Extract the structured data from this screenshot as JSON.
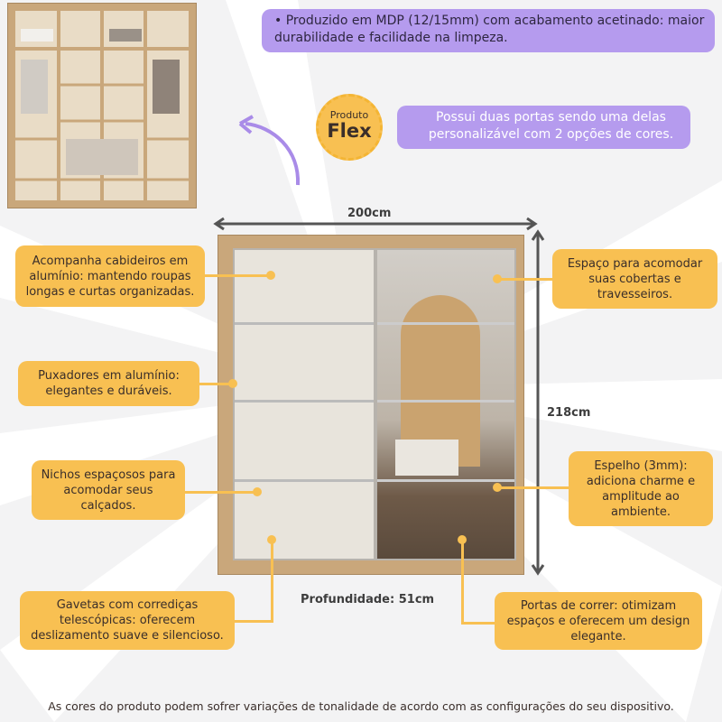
{
  "top_note": "Produzido em MDP (12/15mm) com acabamento acetinado: maior durabilidade e facilidade na limpeza.",
  "flex_badge": {
    "line1": "Produto",
    "line2": "Flex"
  },
  "flex_note": "Possui duas portas sendo uma delas personalizável com 2 opções de cores.",
  "dimensions": {
    "width": "200cm",
    "height": "218cm",
    "depth": "Profundidade: 51cm"
  },
  "callouts": {
    "hangers": "Acompanha cabideiros em alumínio: mantendo roupas longas e curtas organizadas.",
    "handles": "Puxadores em alumínio: elegantes e duráveis.",
    "niches": "Nichos espaçosos para acomodar seus calçados.",
    "drawers": "Gavetas com corrediças telescópicas: oferecem deslizamento suave e silencioso.",
    "space": "Espaço para acomodar suas cobertas e travesseiros.",
    "mirror": "Espelho (3mm): adiciona charme e amplitude ao ambiente.",
    "sliding": "Portas de correr: otimizam espaços e oferecem um design elegante."
  },
  "footer": "As cores do produto podem sofrer variações de tonalidade de acordo com as configurações do seu dispositivo.",
  "colors": {
    "callout": "#f8c052",
    "purple": "#b59bee",
    "wood": "#c9a77b"
  }
}
